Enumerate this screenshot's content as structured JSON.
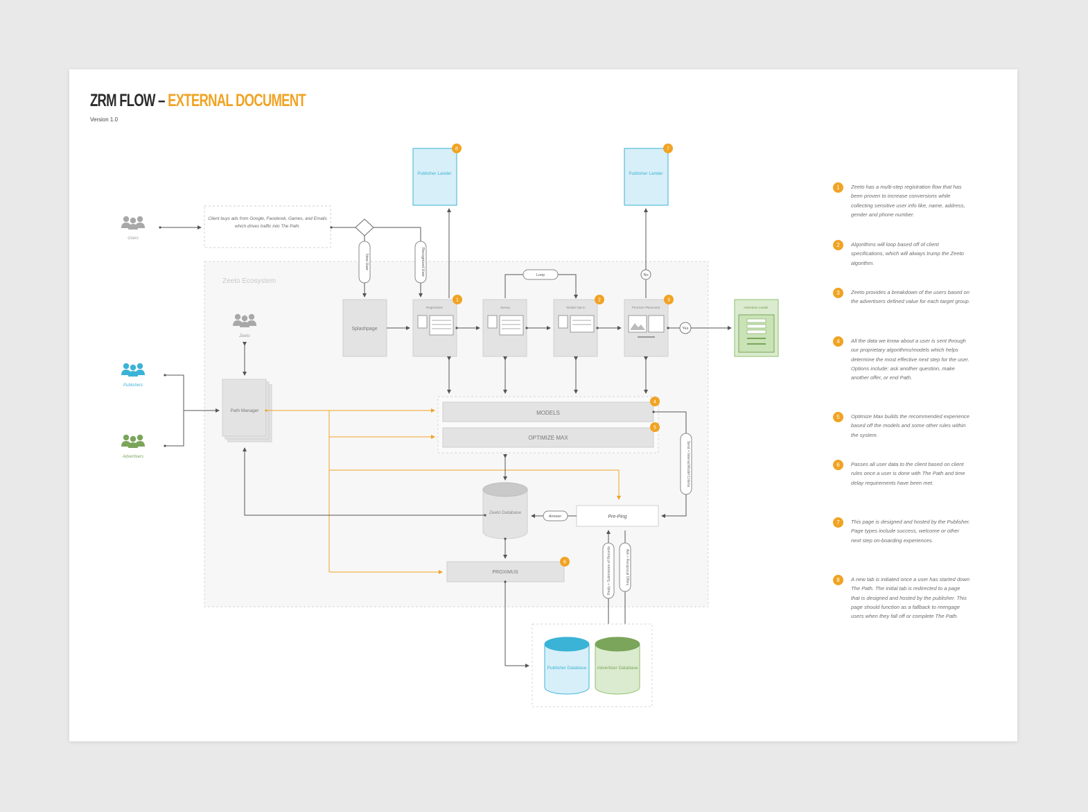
{
  "title": {
    "part1": "ZRM FLOW –",
    "part2": "EXTERNAL DOCUMENT",
    "version": "Version 1.0"
  },
  "actors": {
    "users": "Users",
    "zeeto": "Zeeto",
    "publishers": "Publishers",
    "advertisers": "Advertisers"
  },
  "client_note": "Client buys ads from Google, Facebook, Games, and Emails which drives traffic into The Path.",
  "ecosystem_label": "Zeeto Ecosystem",
  "decision_labels": {
    "new_user": "New User",
    "recognized_user": "Recognized User",
    "loop": "Loop",
    "no": "No",
    "yes": "Yes",
    "answer": "Answer"
  },
  "pages": {
    "splashpage": "Splashpage",
    "registration": "Registration",
    "survey": "Survey",
    "simple_optin": "Simple Opt-In",
    "premium_placement": "Premium Placement",
    "advertiser_lander": "Advertiser Lander",
    "publisher_lander": "Publisher Lander"
  },
  "systems": {
    "path_manager": "Path Manager",
    "models": "MODELS",
    "optimize_max": "OPTIMIZE MAX",
    "zeeto_database": "Zeeto Database",
    "pre_ping": "Pre-Ping",
    "proximus": "PROXIMUS",
    "publisher_database": "Publisher Database",
    "advertiser_database": "Advertiser Database"
  },
  "connector_labels": {
    "send": "Send + Internal Model Criteria",
    "reply": "Reply + Submission of Records",
    "ask": "Ask + Reciprocal Offers"
  },
  "badges": {
    "registration": "1",
    "simple_optin": "2",
    "premium_placement": "3",
    "models": "4",
    "optimize_max": "5",
    "proximus": "6",
    "lander_right": "7",
    "lander_left": "8"
  },
  "notes": [
    {
      "num": "1",
      "text": "Zeeto has a multi-step registration flow that has been proven to increase conversions while collecting sensitive user info like, name, address, gender and phone number."
    },
    {
      "num": "2",
      "text": "Algorithms will loop based off of client specifications, which will always trump the Zeeto algorithm."
    },
    {
      "num": "3",
      "text": "Zeeto provides a breakdown of the users based on the advertisers defined value for each target group."
    },
    {
      "num": "4",
      "text": "All the data we know about a user is sent through our proprietary algorithms/models which helps determine the most effective next step for the user. Options include: ask another question, make another offer, or end Path."
    },
    {
      "num": "5",
      "text": "Optimize Max builds the recommended experience based off the models and some other rules within the system."
    },
    {
      "num": "6",
      "text": "Passes all user data to the client based on client rules once a user is done with The Path and time delay requirements have been met."
    },
    {
      "num": "7",
      "text": "This page is designed and hosted by the Publisher. Page types include success, welcome or other next step on-boarding experiences."
    },
    {
      "num": "8",
      "text": "A new tab is initiated once a user has started down The Path. The initial tab is redirected to a page that is designed and hosted by the publisher. This page should function as a fallback to reengage users when they fall off or complete The Path."
    }
  ],
  "colors": {
    "accent": "#f0a323",
    "publisher_blue": "#3bb3d6",
    "advertiser_green": "#7aa55a",
    "gray_box": "#e6e6e6"
  }
}
